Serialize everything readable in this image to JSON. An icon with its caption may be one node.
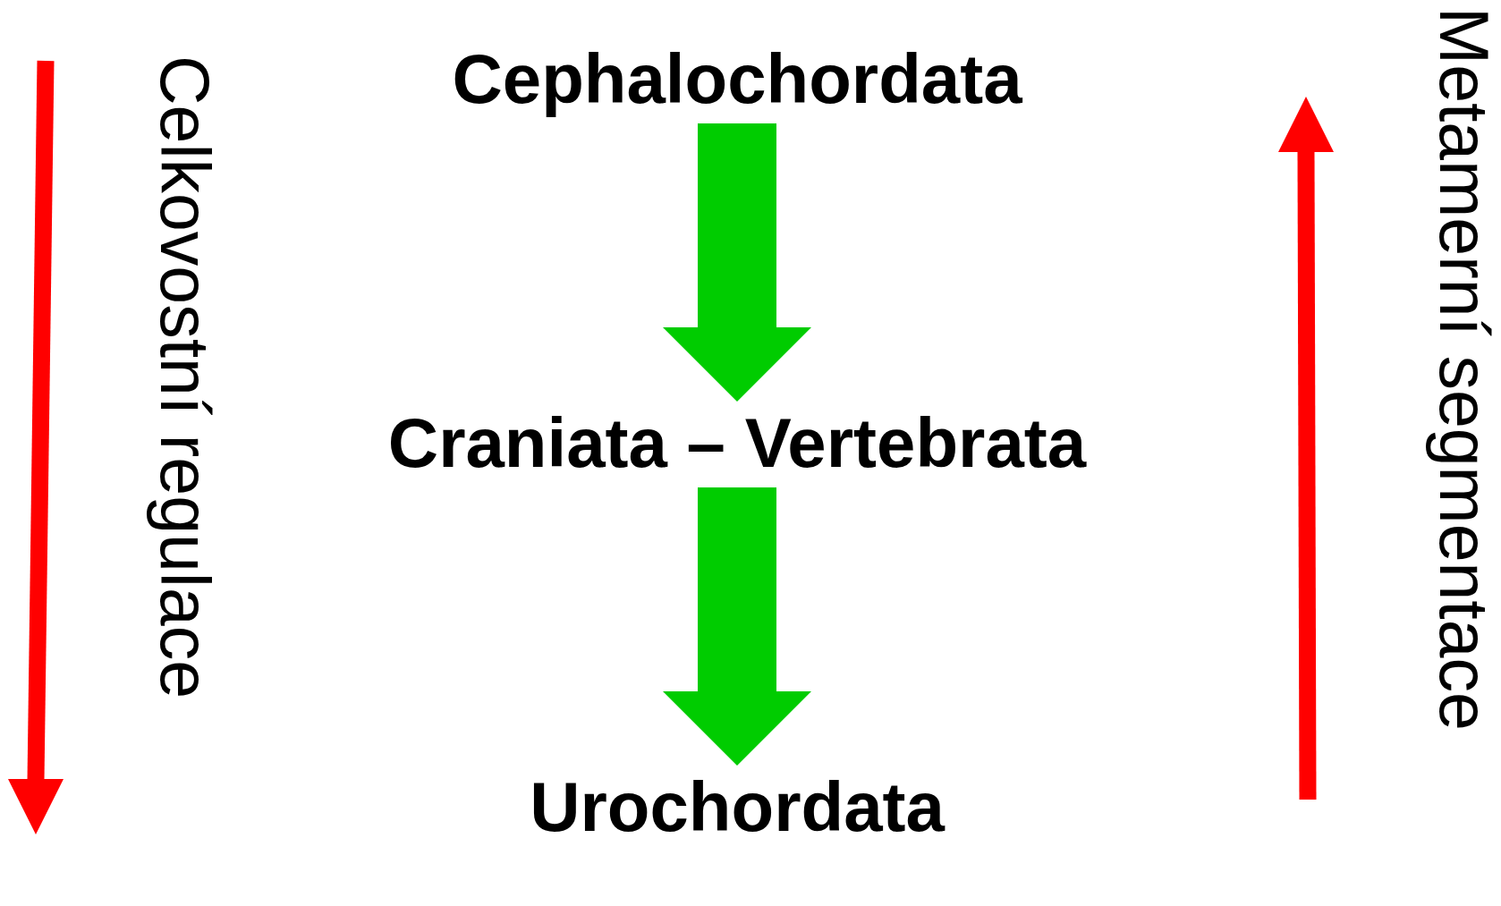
{
  "diagram": {
    "nodes": [
      {
        "text": [
          "Cephalochordata"
        ]
      },
      {
        "text": [
          "Craniata – Vertebrata"
        ]
      },
      {
        "text": [
          "Urochordata"
        ]
      }
    ],
    "edges": [
      {
        "from": 0,
        "to": 1,
        "arrow": "to"
      },
      {
        "from": 1,
        "to": 2,
        "arrow": "to"
      }
    ],
    "labels": [
      "Celkovostní regulace",
      "Metamerní segmentace"
    ]
  }
}
